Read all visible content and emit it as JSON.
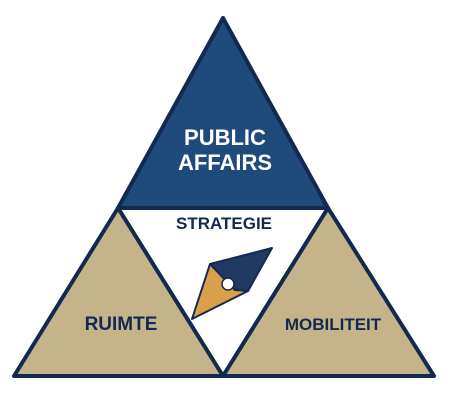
{
  "diagram": {
    "top": {
      "line1": "PUBLIC",
      "line2": "AFFAIRS",
      "color": "#1f4a7c"
    },
    "center": {
      "label": "STRATEGIE",
      "color": "#ffffff",
      "icon": "compass-needle-icon"
    },
    "left": {
      "label": "RUIMTE",
      "color": "#c5b48a"
    },
    "right": {
      "label": "MOBILITEIT",
      "color": "#c5b48a"
    },
    "colors": {
      "outline": "#13294f",
      "text_dark": "#13294f",
      "text_light": "#ffffff",
      "needle_dark": "#1f3a63",
      "needle_gold": "#d9a04a",
      "needle_dot": "#ffffff"
    }
  }
}
